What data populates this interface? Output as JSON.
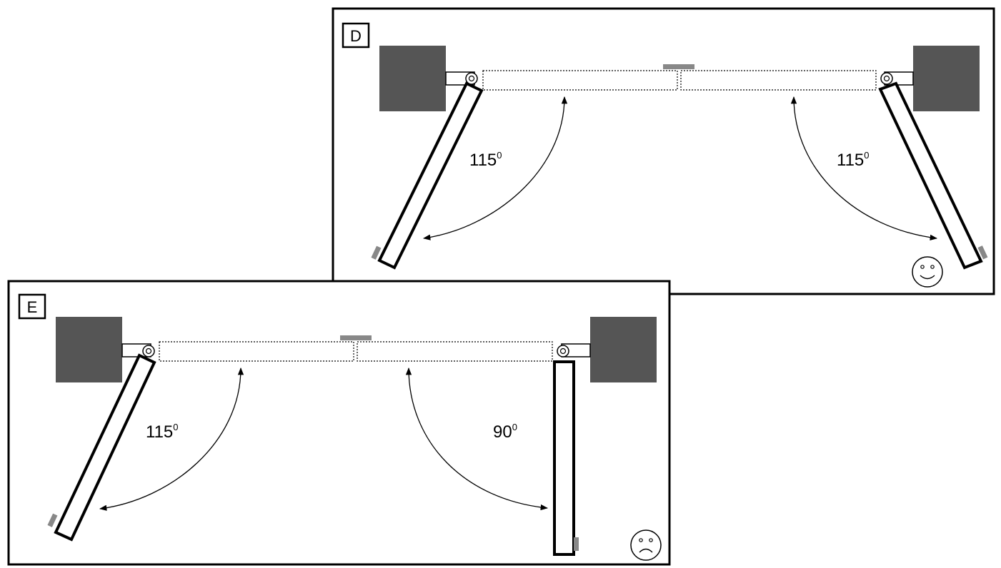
{
  "panels": [
    {
      "id": "D",
      "label": "D",
      "left_angle": "115",
      "right_angle": "115",
      "degree_sign": "0",
      "face": "happy"
    },
    {
      "id": "E",
      "label": "E",
      "left_angle": "115",
      "right_angle": "90",
      "degree_sign": "0",
      "face": "sad"
    }
  ],
  "colors": {
    "pillar": "#555555",
    "stopper": "#888888",
    "outline": "#000000",
    "background": "#ffffff"
  }
}
